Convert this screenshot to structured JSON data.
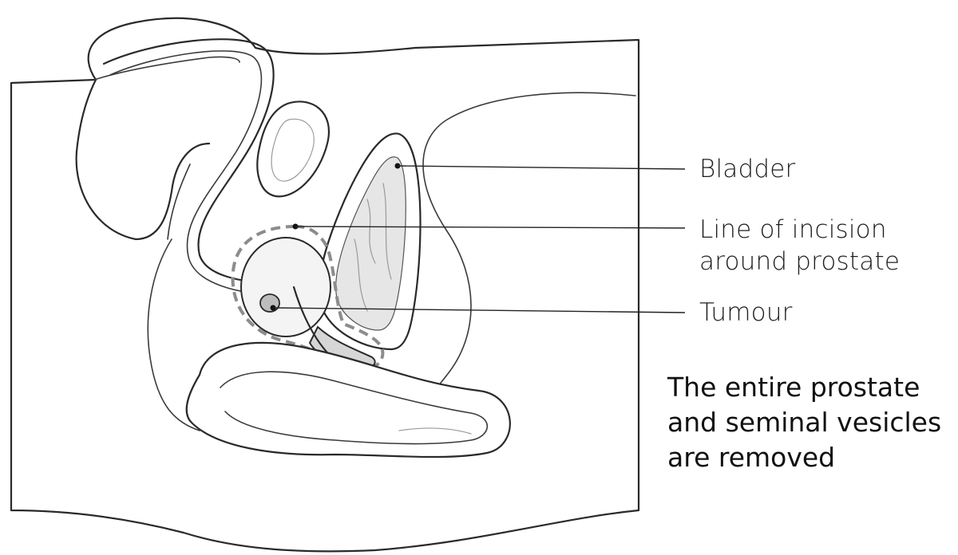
{
  "labels": {
    "bladder": "Bladder",
    "incision_line1": "Line of incision",
    "incision_line2": "around prostate",
    "tumour": "Tumour"
  },
  "caption": {
    "line1": "The entire prostate",
    "line2": "and seminal vesicles",
    "line3": "are removed"
  },
  "colors": {
    "line": "#2a2a2a",
    "bladder_fill": "#e6e6e6",
    "incision_dash": "#8c8c8c",
    "tumour_fill": "#bdbdbd"
  }
}
